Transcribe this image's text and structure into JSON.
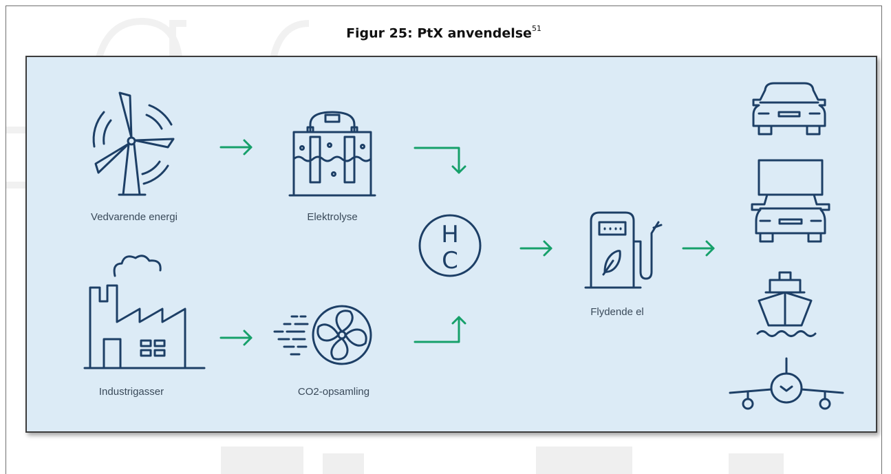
{
  "figure": {
    "title": "Figur 25: PtX anvendelse",
    "footnote_ref": "51"
  },
  "nodes": {
    "wind": {
      "label": "Vedvarende energi",
      "icon": "wind-turbine-icon"
    },
    "electrolysis": {
      "label": "Elektrolyse",
      "icon": "electrolyser-icon"
    },
    "industry": {
      "label": "Industrigasser",
      "icon": "factory-icon"
    },
    "co2": {
      "label": "CO2-opsamling",
      "icon": "co2-capture-fan-icon"
    },
    "hc": {
      "label_h": "H",
      "label_c": "C",
      "icon": "hydrocarbon-circle-icon"
    },
    "fuel": {
      "label": "Flydende el",
      "icon": "fuel-pump-icon"
    }
  },
  "uses": [
    "car-icon",
    "truck-icon",
    "ship-icon",
    "airplane-icon"
  ],
  "colors": {
    "panel_bg": "#dcebf6",
    "icon_stroke": "#1d3f66",
    "arrow": "#16a06a",
    "label": "#3a4a5a"
  }
}
